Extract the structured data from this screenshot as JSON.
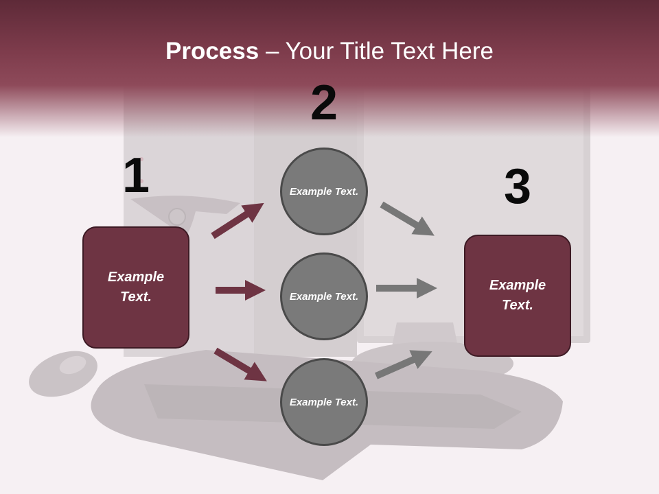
{
  "slide": {
    "title_bold": "Process",
    "title_rest": " – Your Title Text Here"
  },
  "steps": {
    "one": {
      "number": "1",
      "text": "Example Text."
    },
    "two": {
      "number": "2"
    },
    "three": {
      "number": "3",
      "text": "Example Text."
    }
  },
  "circles": [
    {
      "text": "Example Text."
    },
    {
      "text": "Example Text."
    },
    {
      "text": "Example Text."
    }
  ],
  "colors": {
    "header": "#7e3c4c",
    "box_fill": "#6e3443",
    "circle_fill": "#7a7a7a",
    "arrow_left": "#6e3443",
    "arrow_right": "#777777"
  }
}
